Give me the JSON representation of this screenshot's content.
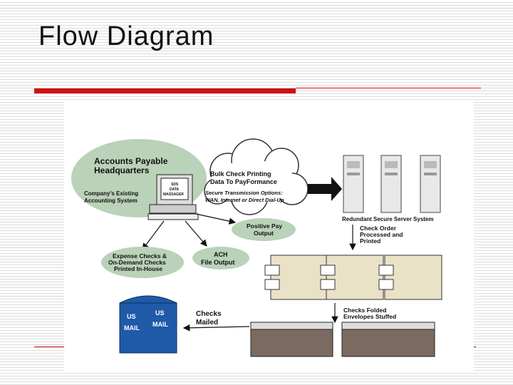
{
  "slide": {
    "title": "Flow Diagram"
  },
  "diagram": {
    "ap_hq": [
      "Accounts Payable",
      "Headquarters"
    ],
    "company_system": [
      "Company's Existing",
      "Accounting System"
    ],
    "monitor_text": [
      "SDS",
      "DATA",
      "MASSAGER"
    ],
    "cloud_title": [
      "Bulk Check Printing",
      "Data To PayFormance"
    ],
    "cloud_options": [
      "Secure Transmission Options:",
      "WAN, Internet or Direct Dial-Up"
    ],
    "positive_pay": [
      "Positive Pay",
      "Output"
    ],
    "ach": [
      "ACH",
      "File Output"
    ],
    "expense_checks": [
      "Expense Checks &",
      "On-Demand Checks",
      "Printed In-House"
    ],
    "server_system": "Redundant Secure Server System",
    "check_order": [
      "Check Order",
      "Processed and",
      "Printed"
    ],
    "checks_folded": [
      "Checks Folded",
      "Envelopes Stuffed"
    ],
    "checks_mailed": [
      "Checks",
      "Mailed"
    ],
    "mailbox_us": "US",
    "mailbox_mail": "MAIL",
    "colors": {
      "cloud": "#b9d2b8",
      "accent_red": "#cc1111",
      "mailbox": "#1f5aa8"
    }
  }
}
